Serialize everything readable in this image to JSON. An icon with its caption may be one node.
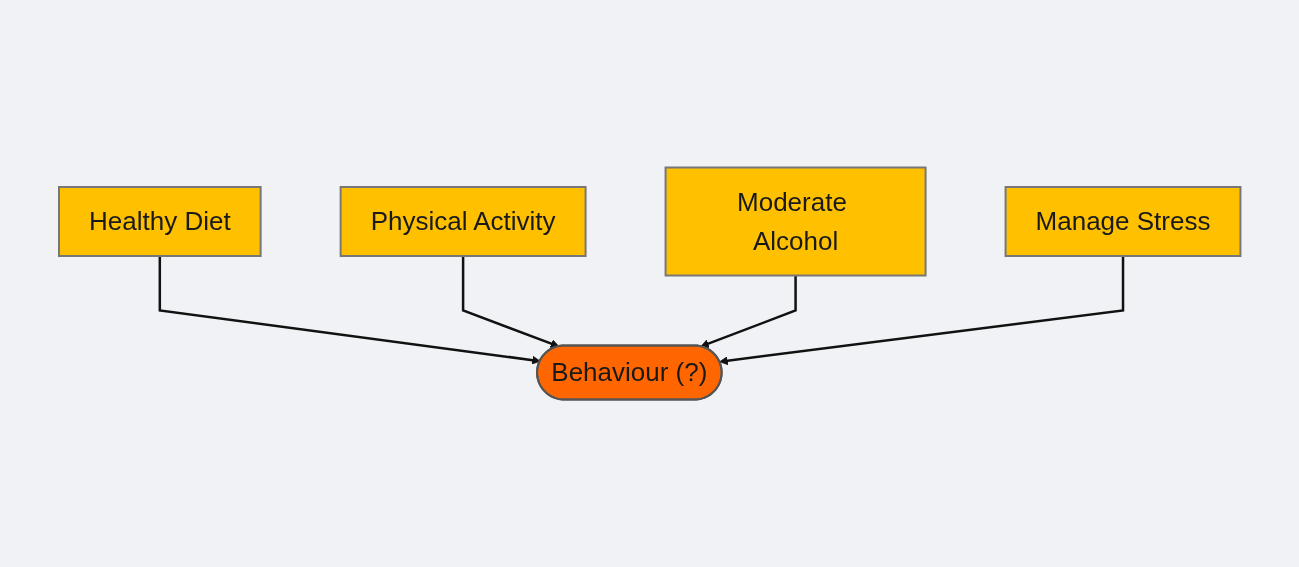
{
  "diagram": {
    "nodes": [
      {
        "text": [
          "Healthy Diet"
        ]
      },
      {
        "text": [
          "Physical Activity"
        ]
      },
      {
        "text": [
          "Behaviour (?)"
        ]
      },
      {
        "text": [
          "Moderate Alcohol"
        ]
      },
      {
        "text": [
          "Manage Stress"
        ]
      }
    ],
    "edges": [
      {
        "from": 0,
        "to": 2,
        "arrow": "to"
      },
      {
        "from": 1,
        "to": 2,
        "arrow": "to"
      },
      {
        "from": 3,
        "to": 2,
        "arrow": "to"
      },
      {
        "from": 4,
        "to": 2,
        "arrow": "to"
      }
    ]
  }
}
